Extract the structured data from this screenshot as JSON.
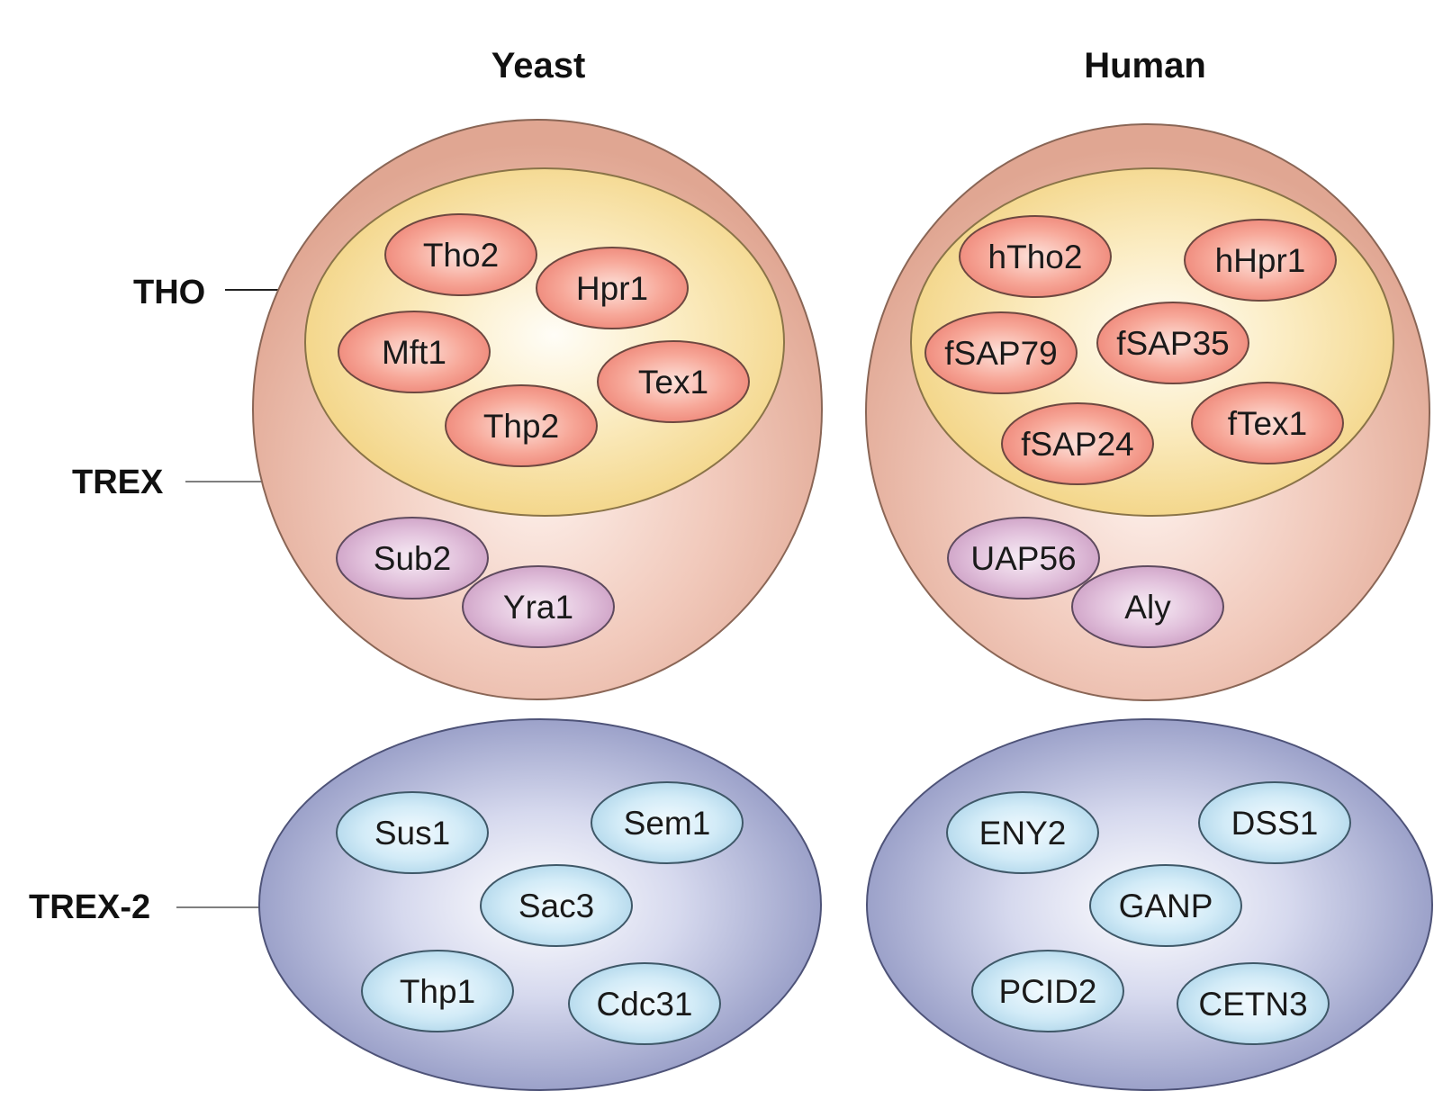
{
  "columns": {
    "yeast": "Yeast",
    "human": "Human"
  },
  "labels": {
    "tho": "THO",
    "trex": "TREX",
    "trex2": "TREX-2"
  },
  "colors": {
    "trex_outer": "#e8b4a4",
    "tho_core": "#f6dc9a",
    "tho_protein": "#f08a7c",
    "trex_protein": "#d4a6cc",
    "trex2_outer": "#8e93c1",
    "trex2_protein": "#bfdff0"
  },
  "yeast": {
    "tho": [
      "Tho2",
      "Hpr1",
      "Mft1",
      "Tex1",
      "Thp2"
    ],
    "trex": [
      "Sub2",
      "Yra1"
    ],
    "trex2": [
      "Sus1",
      "Sem1",
      "Sac3",
      "Thp1",
      "Cdc31"
    ]
  },
  "human": {
    "tho": [
      "hTho2",
      "hHpr1",
      "fSAP79",
      "fSAP35",
      "fSAP24",
      "fTex1"
    ],
    "trex": [
      "UAP56",
      "Aly"
    ],
    "trex2": [
      "ENY2",
      "DSS1",
      "GANP",
      "PCID2",
      "CETN3"
    ]
  }
}
